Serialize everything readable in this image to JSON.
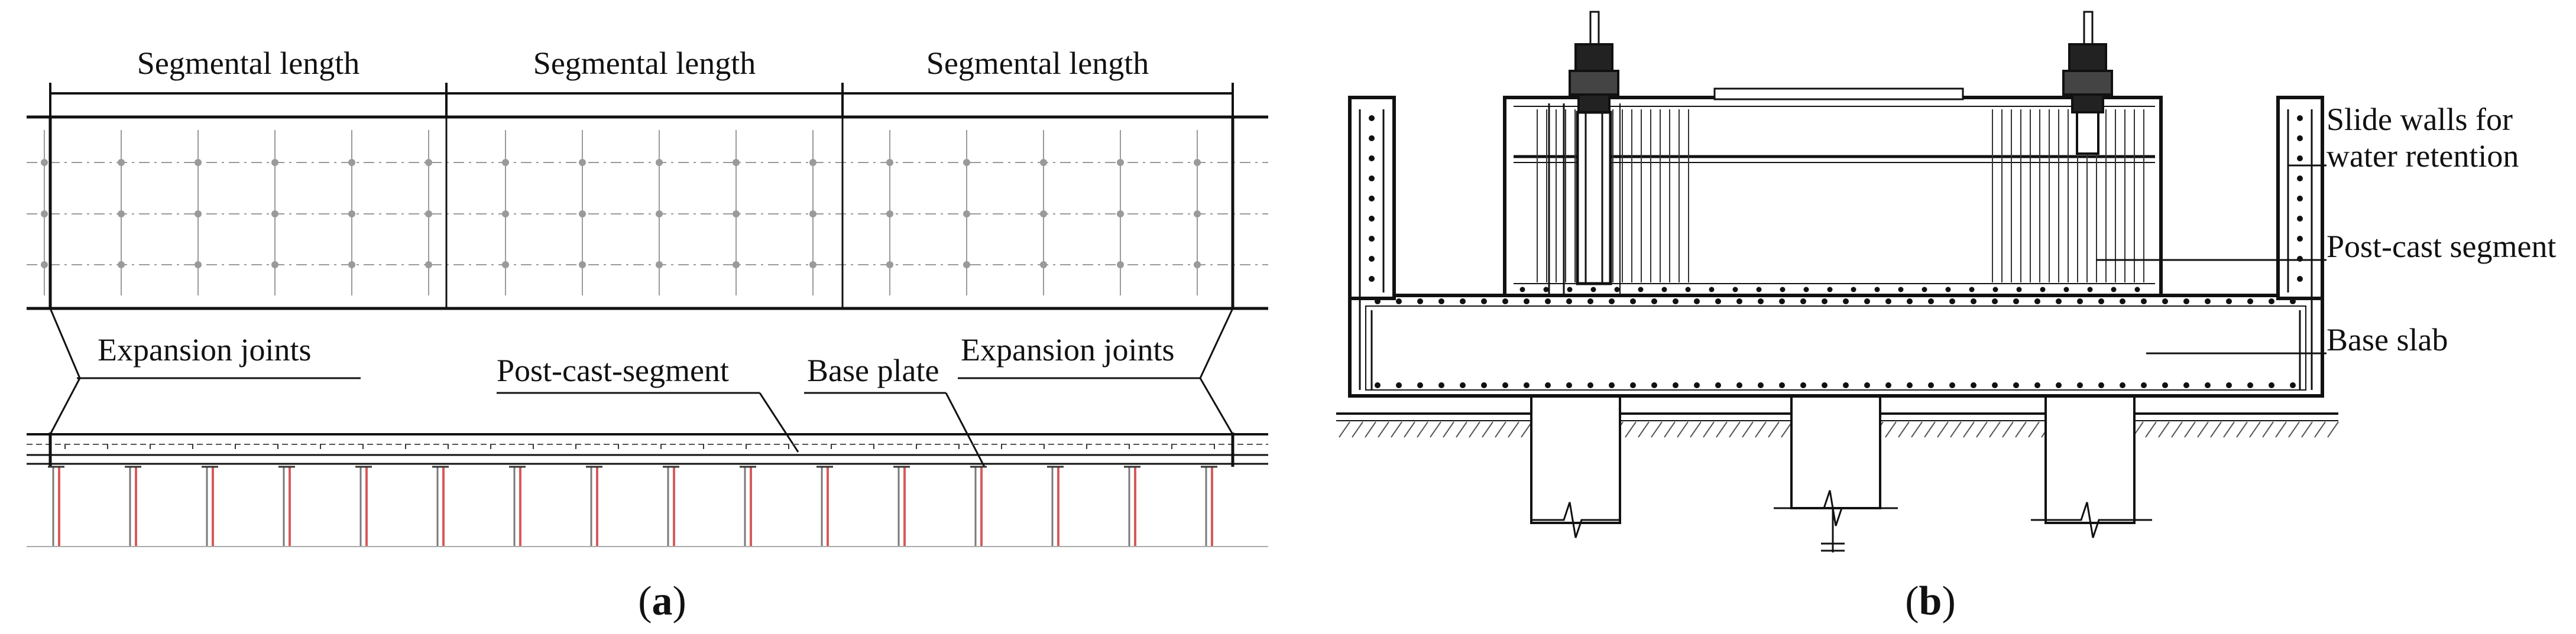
{
  "panel_a": {
    "segment_label": "Segmental length",
    "expansion_joints_left": "Expansion joints",
    "post_cast_segment": "Post-cast-segment",
    "base_plate": "Base plate",
    "expansion_joints_right": "Expansion  joints",
    "caption_open": "(",
    "caption_letter": "a",
    "caption_close": ")"
  },
  "panel_b": {
    "slide_walls_line1": "Slide walls for",
    "slide_walls_line2": "water retention",
    "post_cast_segment": "Post-cast segment",
    "base_slab": "Base slab",
    "caption_open": "(",
    "caption_letter": "b",
    "caption_close": ")"
  },
  "colors": {
    "line": "#111111",
    "grid": "#9a9a9a",
    "pile_red": "#d65a5a",
    "pile_gray": "#7a7a7a"
  }
}
